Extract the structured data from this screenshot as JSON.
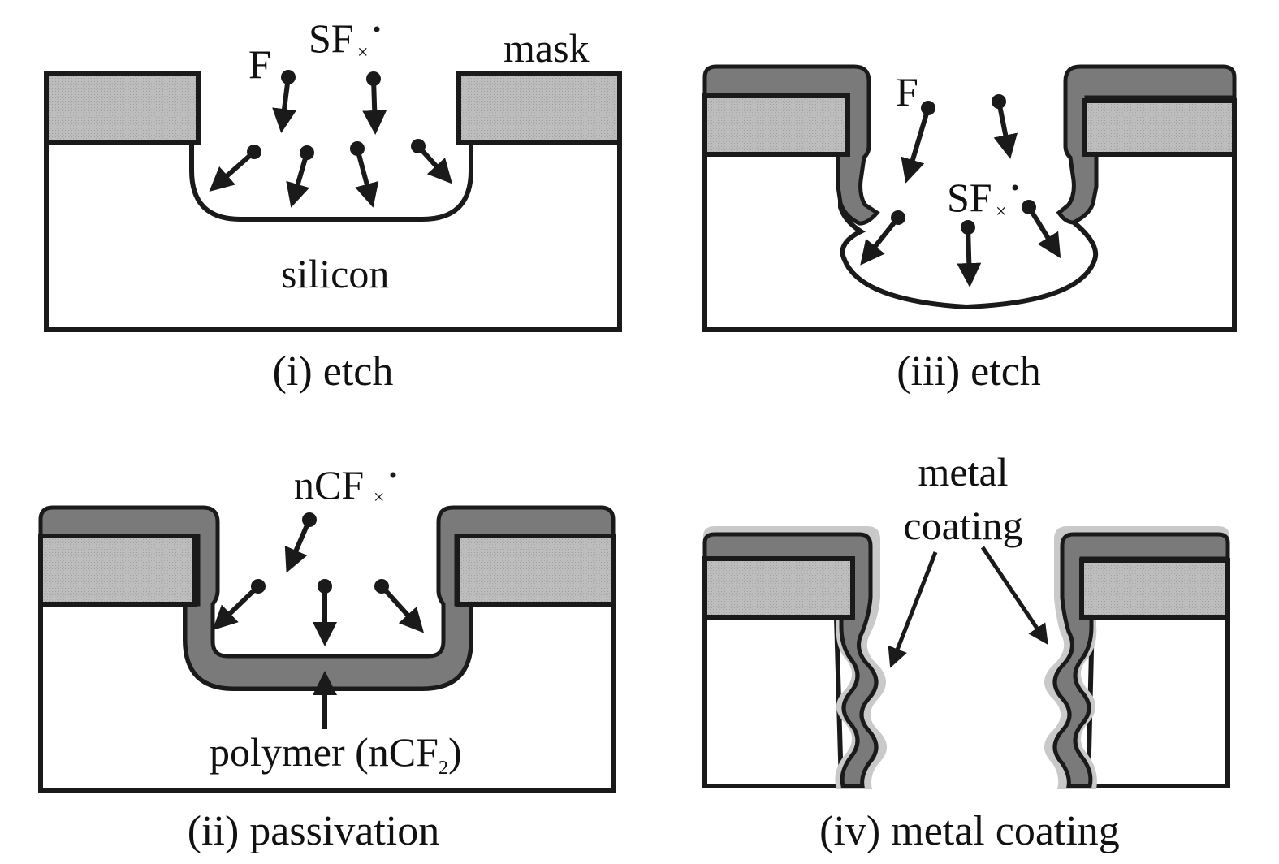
{
  "panels": {
    "p1": {
      "caption": "(i) etch",
      "label_f": "F",
      "label_sfx": "SF",
      "label_sfx_sub": "×",
      "label_mask": "mask",
      "label_silicon": "silicon"
    },
    "p2": {
      "caption": "(ii) passivation",
      "label_ncfx": "nCF",
      "label_ncfx_sub": "×",
      "label_polymer_pre": "polymer (nCF",
      "label_polymer_sub": "2",
      "label_polymer_post": ")"
    },
    "p3": {
      "caption": "(iii) etch",
      "label_f": "F",
      "label_sfx": "SF",
      "label_sfx_sub": "×"
    },
    "p4": {
      "caption": "(iv) metal coating",
      "label_metal": "metal",
      "label_coating": "coating"
    }
  },
  "colors": {
    "outline": "#1a1a1a",
    "mask_fill": "#bdbdbd",
    "polymer_fill": "#7a7a7a",
    "metal_halo": "#c9c9c9",
    "silicon_fill": "#ffffff"
  }
}
